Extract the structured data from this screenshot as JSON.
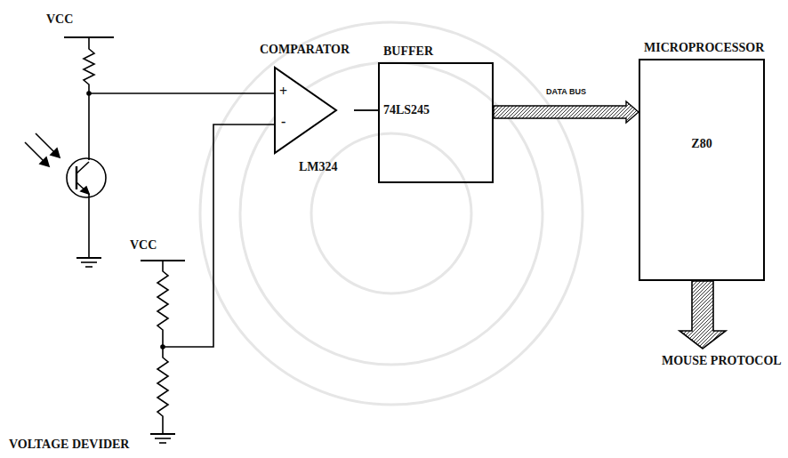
{
  "diagram": {
    "nodes": [
      {
        "text": [
          "COMPARATOR",
          "LM324"
        ]
      },
      {
        "text": [
          "BUFFER",
          "74LS245"
        ]
      },
      {
        "text": [
          "MICROPROCESSOR",
          "Z80"
        ]
      }
    ],
    "edges": [
      {
        "from": 0,
        "to": 1,
        "arrow": "none"
      },
      {
        "from": 1,
        "to": 2,
        "label": "DATA BUS",
        "arrow": "to"
      }
    ],
    "labels": [
      "VCC",
      "VCC",
      "+",
      "-",
      "MOUSE PROTOCOL",
      "VOLTAGE DEVIDER"
    ]
  }
}
